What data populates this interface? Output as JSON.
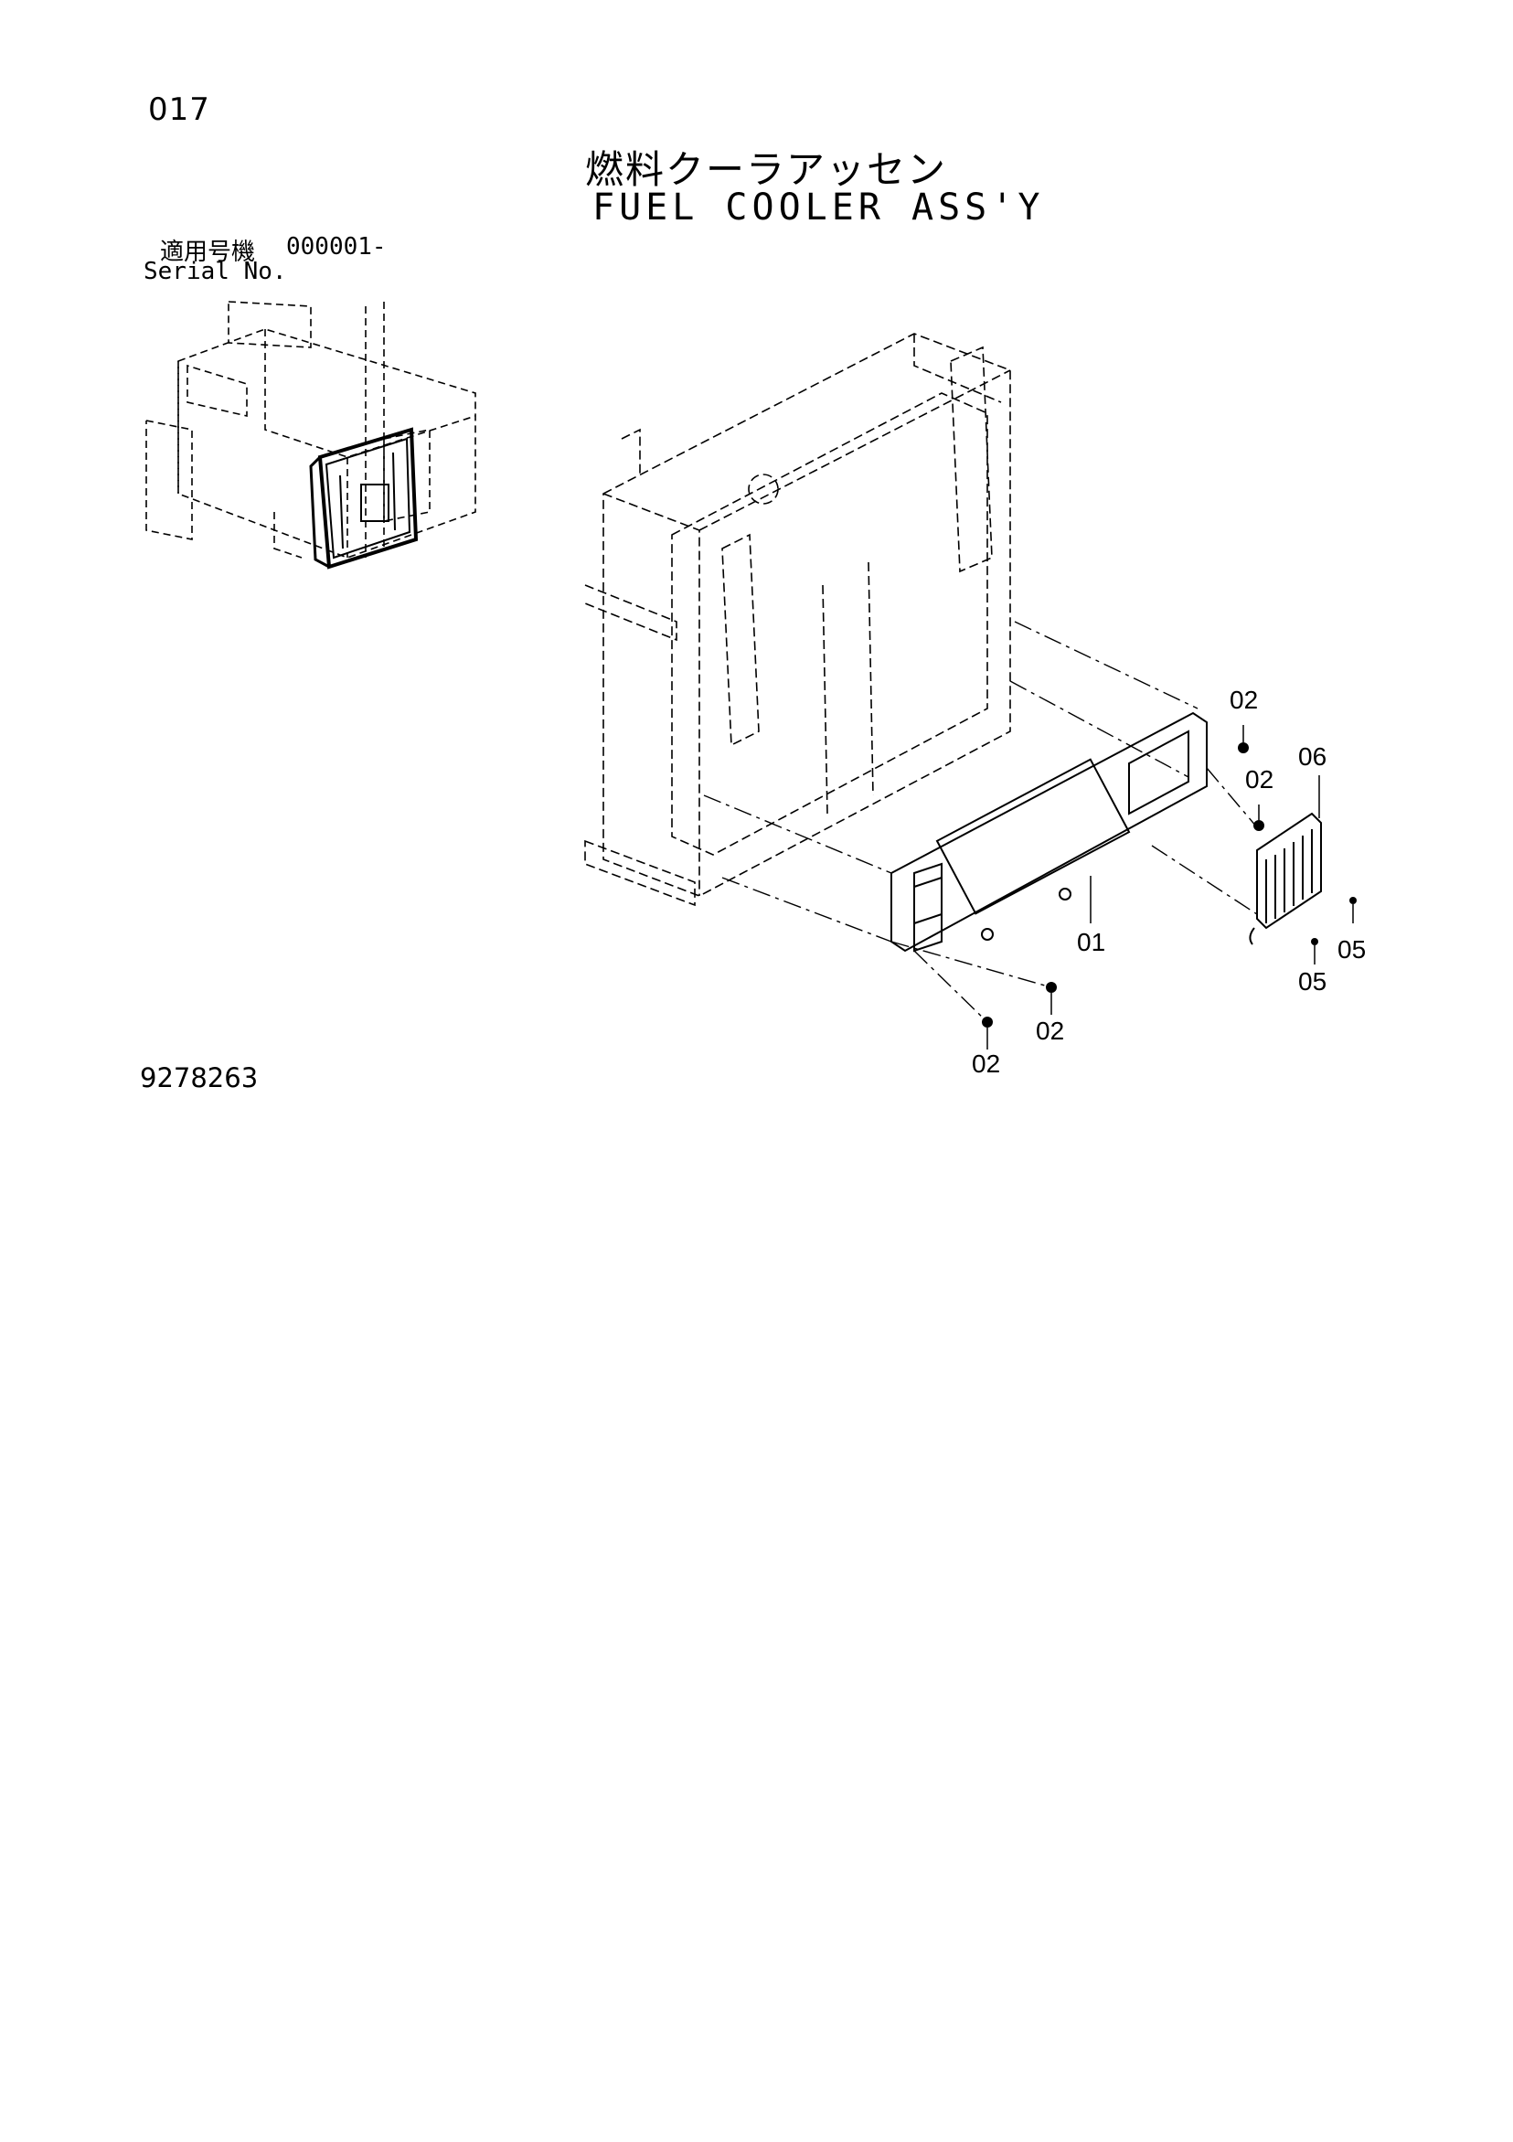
{
  "page_number": "017",
  "title_jp": "燃料クーラアッセン",
  "title_en": "FUEL COOLER ASS'Y",
  "serial": {
    "label_jp": "適用号機",
    "range": "000001-",
    "label_en": "Serial No."
  },
  "drawing_number": "9278263",
  "callouts": {
    "c01": "01",
    "c02a": "02",
    "c02b": "02",
    "c02c": "02",
    "c02d": "02",
    "c05a": "05",
    "c05b": "05",
    "c06": "06"
  }
}
